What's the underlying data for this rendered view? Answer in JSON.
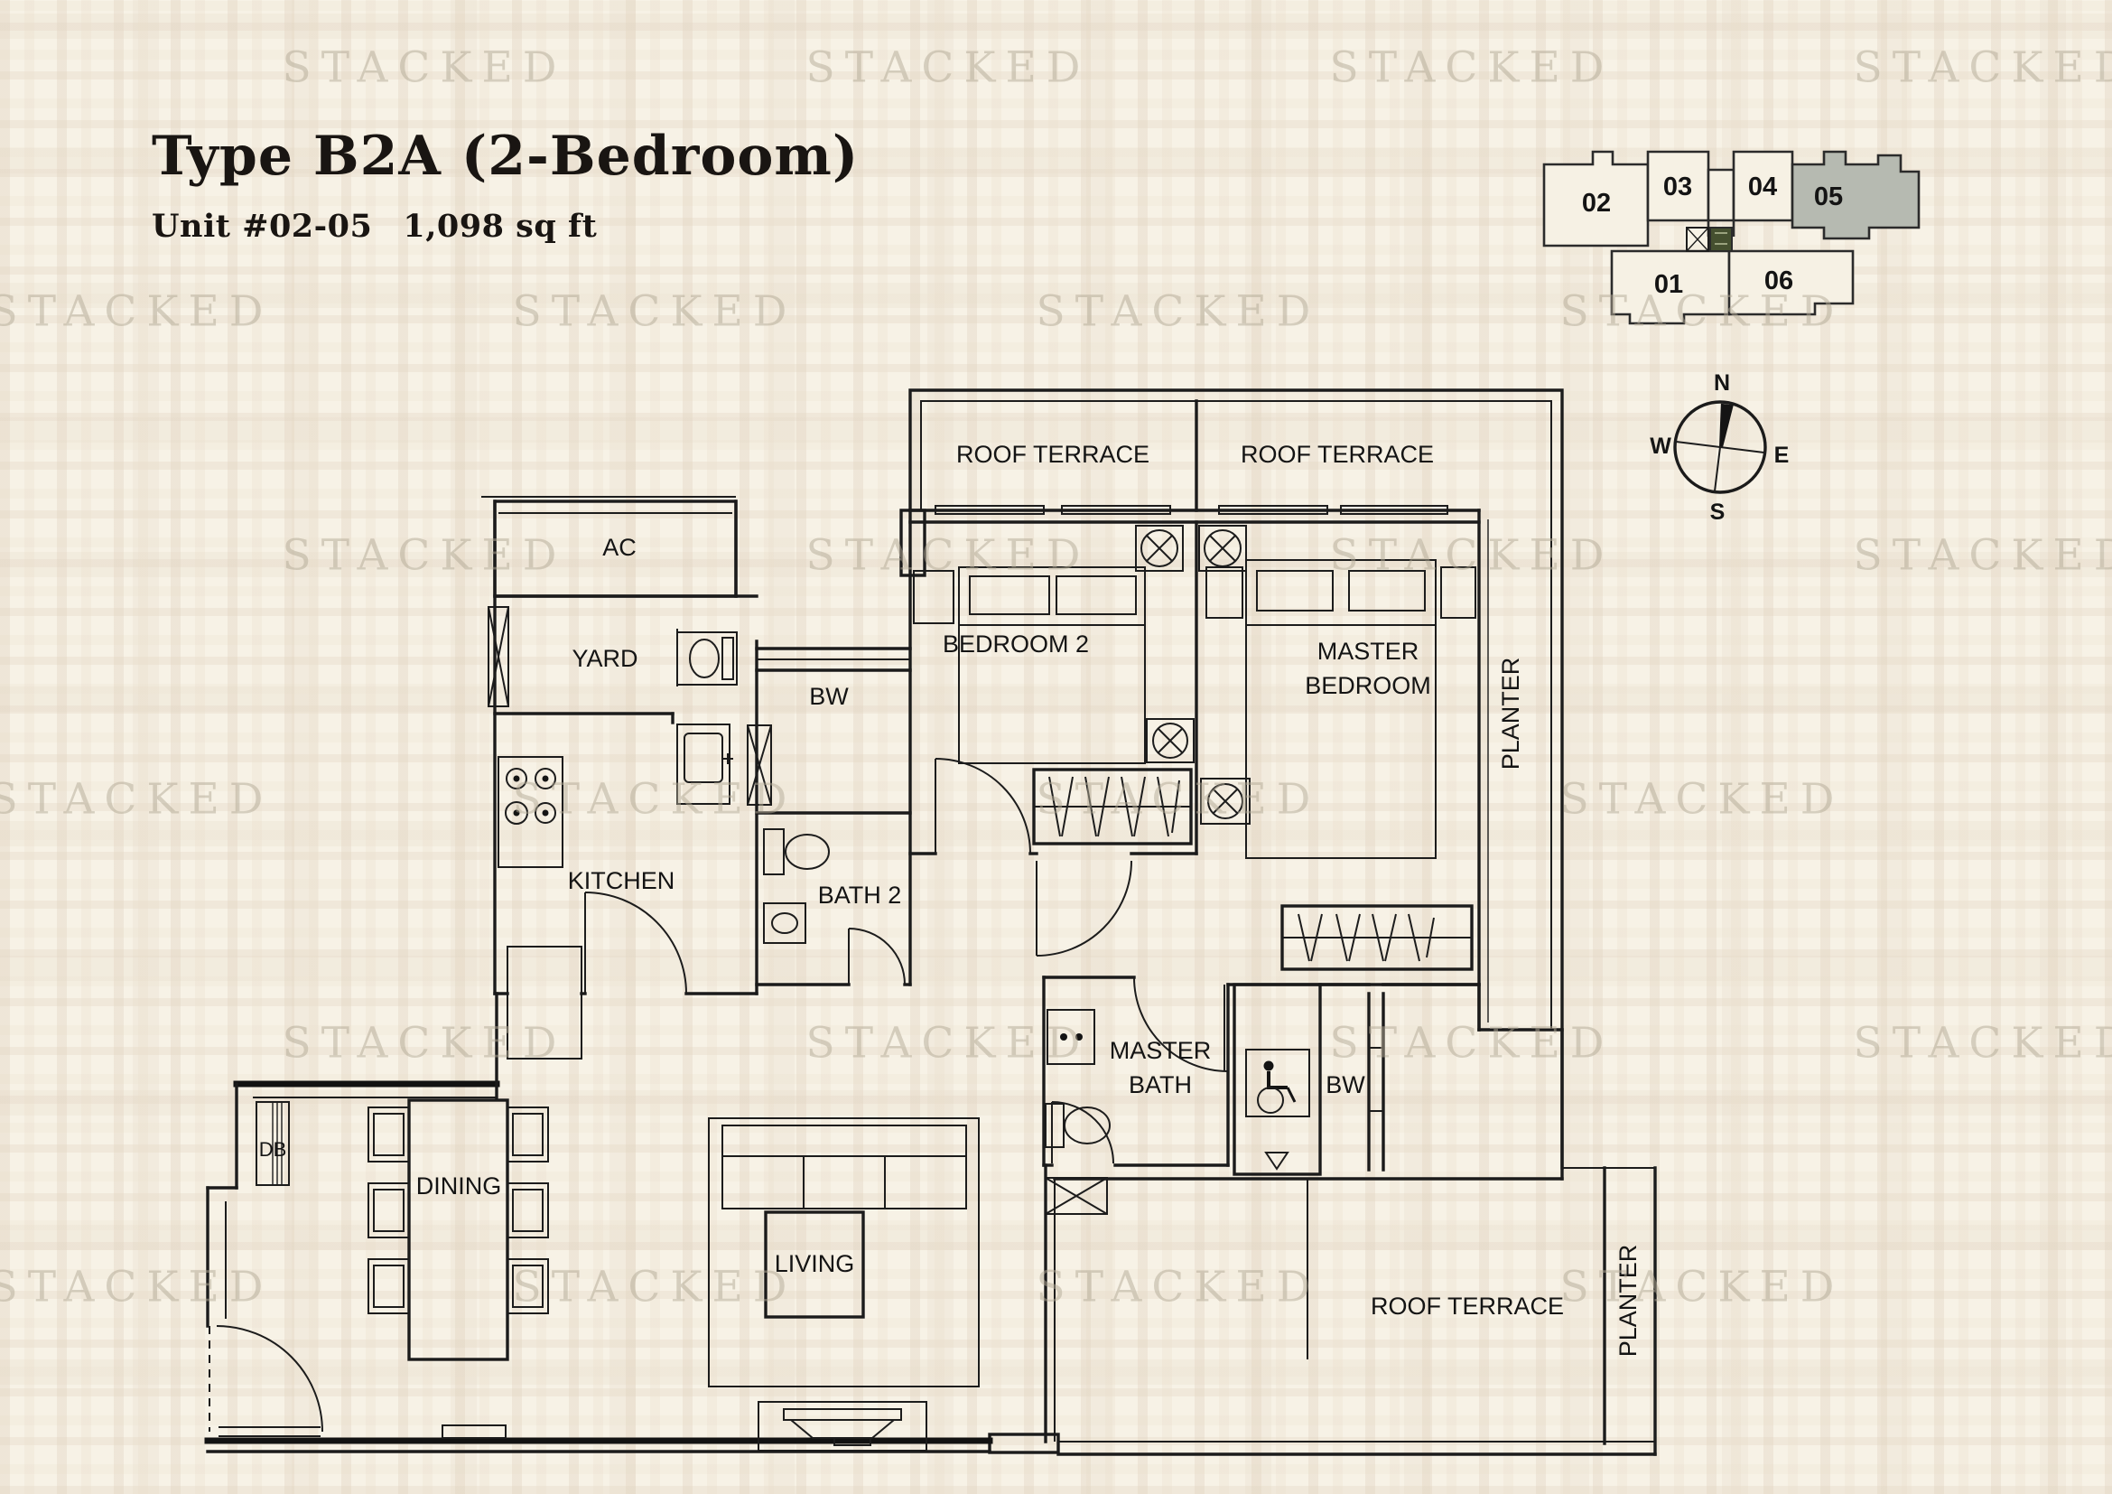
{
  "header": {
    "title": "Type B2A (2-Bedroom)",
    "unit": "Unit #02-05",
    "area": "1,098 sq ft"
  },
  "watermark": {
    "text": "STACKED"
  },
  "unit_locator": {
    "units": [
      {
        "label": "02"
      },
      {
        "label": "03"
      },
      {
        "label": "04"
      },
      {
        "label": "05"
      },
      {
        "label": "01"
      },
      {
        "label": "06"
      }
    ],
    "highlighted_unit": "05",
    "highlight_color": "#b6bab1"
  },
  "compass": {
    "north": "N",
    "south": "S",
    "east": "E",
    "west": "W"
  },
  "floor_plan": {
    "labels": {
      "roof_terrace_left": "ROOF TERRACE",
      "roof_terrace_right": "ROOF TERRACE",
      "roof_terrace_bottom": "ROOF TERRACE",
      "planter_right": "PLANTER",
      "planter_bottom": "PLANTER",
      "ac": "AC",
      "yard": "YARD",
      "bw_top": "BW",
      "bw_right": "BW",
      "kitchen": "KITCHEN",
      "bath2": "BATH 2",
      "bedroom2": "BEDROOM 2",
      "master_bedroom_line1": "MASTER",
      "master_bedroom_line2": "BEDROOM",
      "master_bath_line1": "MASTER",
      "master_bath_line2": "BATH",
      "db": "DB",
      "dining": "DINING",
      "living": "LIVING"
    }
  }
}
